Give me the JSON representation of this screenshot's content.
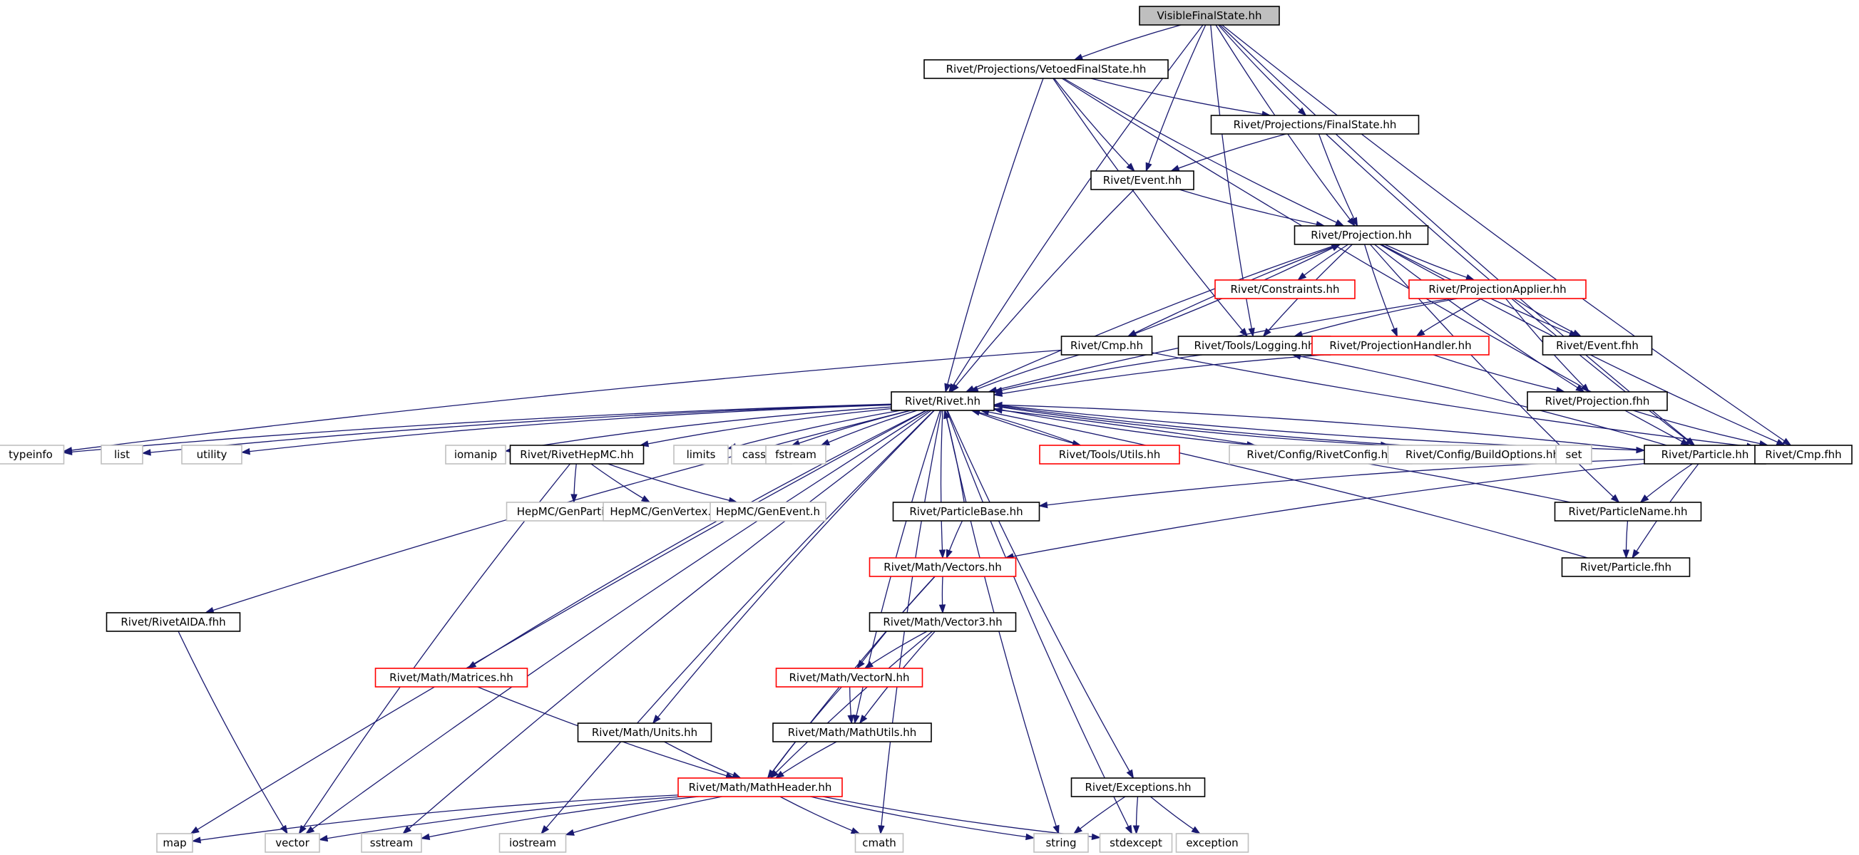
{
  "title": "VisibleFinalState.hh",
  "nodes": [
    {
      "id": "VisibleFinalState",
      "label": "VisibleFinalState.hh",
      "style": "root"
    },
    {
      "id": "VetoedFinalState",
      "label": "Rivet/Projections/VetoedFinalState.hh",
      "style": "normal"
    },
    {
      "id": "FinalState",
      "label": "Rivet/Projections/FinalState.hh",
      "style": "normal"
    },
    {
      "id": "Event",
      "label": "Rivet/Event.hh",
      "style": "normal"
    },
    {
      "id": "Projection",
      "label": "Rivet/Projection.hh",
      "style": "normal"
    },
    {
      "id": "Constraints",
      "label": "Rivet/Constraints.hh",
      "style": "red"
    },
    {
      "id": "ProjectionApplier",
      "label": "Rivet/ProjectionApplier.hh",
      "style": "red"
    },
    {
      "id": "Cmp",
      "label": "Rivet/Cmp.hh",
      "style": "normal"
    },
    {
      "id": "Logging",
      "label": "Rivet/Tools/Logging.hh",
      "style": "normal"
    },
    {
      "id": "ProjectionHandler",
      "label": "Rivet/ProjectionHandler.hh",
      "style": "red"
    },
    {
      "id": "EventFhh",
      "label": "Rivet/Event.fhh",
      "style": "normal"
    },
    {
      "id": "ProjectionFhh",
      "label": "Rivet/Projection.fhh",
      "style": "normal"
    },
    {
      "id": "Rivet",
      "label": "Rivet/Rivet.hh",
      "style": "normal"
    },
    {
      "id": "typeinfo",
      "label": "typeinfo",
      "style": "ext"
    },
    {
      "id": "list",
      "label": "list",
      "style": "ext"
    },
    {
      "id": "utility",
      "label": "utility",
      "style": "ext"
    },
    {
      "id": "iomanip",
      "label": "iomanip",
      "style": "ext"
    },
    {
      "id": "RivetHepMC",
      "label": "Rivet/RivetHepMC.hh",
      "style": "normal"
    },
    {
      "id": "limits",
      "label": "limits",
      "style": "ext"
    },
    {
      "id": "cassert",
      "label": "cassert",
      "style": "ext"
    },
    {
      "id": "fstream",
      "label": "fstream",
      "style": "ext"
    },
    {
      "id": "Utils",
      "label": "Rivet/Tools/Utils.hh",
      "style": "red"
    },
    {
      "id": "RivetConfig",
      "label": "Rivet/Config/RivetConfig.hh",
      "style": "ext"
    },
    {
      "id": "BuildOptions",
      "label": "Rivet/Config/BuildOptions.hh",
      "style": "ext"
    },
    {
      "id": "set",
      "label": "set",
      "style": "ext"
    },
    {
      "id": "Particle",
      "label": "Rivet/Particle.hh",
      "style": "normal"
    },
    {
      "id": "CmpFhh",
      "label": "Rivet/Cmp.fhh",
      "style": "normal"
    },
    {
      "id": "GenParticle",
      "label": "HepMC/GenParticle.h",
      "style": "ext"
    },
    {
      "id": "GenVertex",
      "label": "HepMC/GenVertex.h",
      "style": "ext"
    },
    {
      "id": "GenEvent",
      "label": "HepMC/GenEvent.h",
      "style": "ext"
    },
    {
      "id": "ParticleBase",
      "label": "Rivet/ParticleBase.hh",
      "style": "normal"
    },
    {
      "id": "ParticleName",
      "label": "Rivet/ParticleName.hh",
      "style": "normal"
    },
    {
      "id": "Vectors",
      "label": "Rivet/Math/Vectors.hh",
      "style": "red"
    },
    {
      "id": "ParticleFhh",
      "label": "Rivet/Particle.fhh",
      "style": "normal"
    },
    {
      "id": "RivetAIDA",
      "label": "Rivet/RivetAIDA.fhh",
      "style": "normal"
    },
    {
      "id": "Vector3",
      "label": "Rivet/Math/Vector3.hh",
      "style": "normal"
    },
    {
      "id": "Matrices",
      "label": "Rivet/Math/Matrices.hh",
      "style": "red"
    },
    {
      "id": "VectorN",
      "label": "Rivet/Math/VectorN.hh",
      "style": "red"
    },
    {
      "id": "Units",
      "label": "Rivet/Math/Units.hh",
      "style": "normal"
    },
    {
      "id": "MathUtils",
      "label": "Rivet/Math/MathUtils.hh",
      "style": "normal"
    },
    {
      "id": "MathHeader",
      "label": "Rivet/Math/MathHeader.hh",
      "style": "red"
    },
    {
      "id": "Exceptions",
      "label": "Rivet/Exceptions.hh",
      "style": "normal"
    },
    {
      "id": "map",
      "label": "map",
      "style": "ext"
    },
    {
      "id": "vector",
      "label": "vector",
      "style": "ext"
    },
    {
      "id": "sstream",
      "label": "sstream",
      "style": "ext"
    },
    {
      "id": "iostream",
      "label": "iostream",
      "style": "ext"
    },
    {
      "id": "cmath",
      "label": "cmath",
      "style": "ext"
    },
    {
      "id": "string",
      "label": "string",
      "style": "ext"
    },
    {
      "id": "stdexcept",
      "label": "stdexcept",
      "style": "ext"
    },
    {
      "id": "exception",
      "label": "exception",
      "style": "ext"
    }
  ],
  "edges": [
    [
      "VisibleFinalState",
      "VetoedFinalState"
    ],
    [
      "VisibleFinalState",
      "Rivet"
    ],
    [
      "VisibleFinalState",
      "FinalState"
    ],
    [
      "VisibleFinalState",
      "Event"
    ],
    [
      "VisibleFinalState",
      "Projection"
    ],
    [
      "VisibleFinalState",
      "Logging"
    ],
    [
      "VisibleFinalState",
      "Particle"
    ],
    [
      "VisibleFinalState",
      "CmpFhh"
    ],
    [
      "VetoedFinalState",
      "FinalState"
    ],
    [
      "VetoedFinalState",
      "Event"
    ],
    [
      "VetoedFinalState",
      "Projection"
    ],
    [
      "VetoedFinalState",
      "Rivet"
    ],
    [
      "VetoedFinalState",
      "Logging"
    ],
    [
      "VetoedFinalState",
      "Particle"
    ],
    [
      "FinalState",
      "Event"
    ],
    [
      "FinalState",
      "Projection"
    ],
    [
      "FinalState",
      "Particle"
    ],
    [
      "Event",
      "Projection"
    ],
    [
      "Event",
      "Rivet"
    ],
    [
      "Projection",
      "Constraints"
    ],
    [
      "Projection",
      "ProjectionApplier"
    ],
    [
      "Projection",
      "ProjectionHandler"
    ],
    [
      "Projection",
      "Logging"
    ],
    [
      "Projection",
      "Cmp"
    ],
    [
      "Projection",
      "EventFhh"
    ],
    [
      "Projection",
      "ProjectionFhh"
    ],
    [
      "Projection",
      "CmpFhh"
    ],
    [
      "Projection",
      "Rivet"
    ],
    [
      "Projection",
      "ParticleName"
    ],
    [
      "ProjectionApplier",
      "Logging"
    ],
    [
      "ProjectionApplier",
      "ProjectionHandler"
    ],
    [
      "ProjectionApplier",
      "EventFhh"
    ],
    [
      "ProjectionApplier",
      "ProjectionFhh"
    ],
    [
      "ProjectionApplier",
      "Rivet"
    ],
    [
      "Cmp",
      "Projection"
    ],
    [
      "Cmp",
      "Rivet"
    ],
    [
      "Cmp",
      "CmpFhh"
    ],
    [
      "Cmp",
      "typeinfo"
    ],
    [
      "Logging",
      "Rivet"
    ],
    [
      "ProjectionHandler",
      "Rivet"
    ],
    [
      "ProjectionHandler",
      "ProjectionFhh"
    ],
    [
      "ProjectionFhh",
      "CmpFhh"
    ],
    [
      "Rivet",
      "typeinfo"
    ],
    [
      "Rivet",
      "list"
    ],
    [
      "Rivet",
      "utility"
    ],
    [
      "Rivet",
      "iomanip"
    ],
    [
      "Rivet",
      "RivetHepMC"
    ],
    [
      "Rivet",
      "limits"
    ],
    [
      "Rivet",
      "cassert"
    ],
    [
      "Rivet",
      "fstream"
    ],
    [
      "Rivet",
      "Utils"
    ],
    [
      "Rivet",
      "RivetConfig"
    ],
    [
      "Rivet",
      "BuildOptions"
    ],
    [
      "Rivet",
      "set"
    ],
    [
      "Rivet",
      "Particle"
    ],
    [
      "Rivet",
      "Vectors"
    ],
    [
      "Rivet",
      "MathUtils"
    ],
    [
      "Rivet",
      "RivetAIDA"
    ],
    [
      "Rivet",
      "Matrices"
    ],
    [
      "Rivet",
      "Units"
    ],
    [
      "Rivet",
      "Exceptions"
    ],
    [
      "Rivet",
      "map"
    ],
    [
      "Rivet",
      "vector"
    ],
    [
      "Rivet",
      "sstream"
    ],
    [
      "Rivet",
      "iostream"
    ],
    [
      "Rivet",
      "cmath"
    ],
    [
      "Rivet",
      "string"
    ],
    [
      "Rivet",
      "stdexcept"
    ],
    [
      "RivetHepMC",
      "GenParticle"
    ],
    [
      "RivetHepMC",
      "GenVertex"
    ],
    [
      "RivetHepMC",
      "GenEvent"
    ],
    [
      "RivetHepMC",
      "vector"
    ],
    [
      "Utils",
      "Rivet"
    ],
    [
      "Particle",
      "Rivet"
    ],
    [
      "Particle",
      "ParticleBase"
    ],
    [
      "Particle",
      "ParticleName"
    ],
    [
      "Particle",
      "ParticleFhh"
    ],
    [
      "Particle",
      "CmpFhh"
    ],
    [
      "Particle",
      "Vectors"
    ],
    [
      "Particle",
      "Logging"
    ],
    [
      "ParticleBase",
      "Rivet"
    ],
    [
      "ParticleBase",
      "Vectors"
    ],
    [
      "ParticleName",
      "Rivet"
    ],
    [
      "ParticleName",
      "ParticleFhh"
    ],
    [
      "ParticleFhh",
      "Rivet"
    ],
    [
      "Vectors",
      "Vector3"
    ],
    [
      "Vectors",
      "VectorN"
    ],
    [
      "Vectors",
      "MathHeader"
    ],
    [
      "Vector3",
      "VectorN"
    ],
    [
      "Vector3",
      "MathUtils"
    ],
    [
      "Vector3",
      "MathHeader"
    ],
    [
      "VectorN",
      "MathUtils"
    ],
    [
      "VectorN",
      "MathHeader"
    ],
    [
      "MathUtils",
      "MathHeader"
    ],
    [
      "Matrices",
      "MathHeader"
    ],
    [
      "Units",
      "MathHeader"
    ],
    [
      "RivetAIDA",
      "vector"
    ],
    [
      "MathHeader",
      "map"
    ],
    [
      "MathHeader",
      "vector"
    ],
    [
      "MathHeader",
      "sstream"
    ],
    [
      "MathHeader",
      "iostream"
    ],
    [
      "MathHeader",
      "cmath"
    ],
    [
      "MathHeader",
      "string"
    ],
    [
      "MathHeader",
      "stdexcept"
    ],
    [
      "Exceptions",
      "string"
    ],
    [
      "Exceptions",
      "stdexcept"
    ],
    [
      "Exceptions",
      "exception"
    ]
  ]
}
